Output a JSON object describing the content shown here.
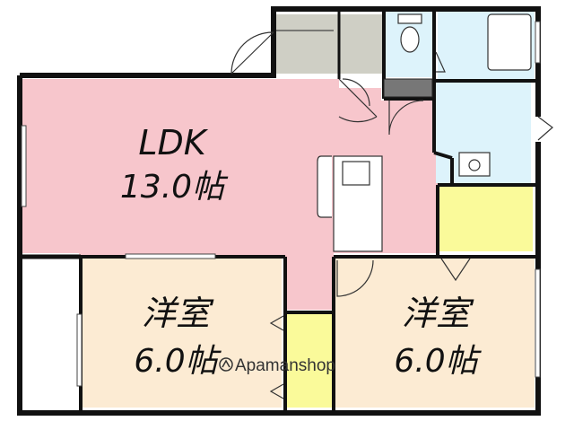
{
  "rooms": {
    "ldk": {
      "name": "LDK",
      "size": "13.0帖",
      "color": "#f7c6cc"
    },
    "western_left": {
      "name": "洋室",
      "size": "6.0帖",
      "color": "#fcebd3"
    },
    "western_right": {
      "name": "洋室",
      "size": "6.0帖",
      "color": "#fcebd3"
    },
    "wet_area_color": "#ddf3fb",
    "storage_color": "#fafa9a",
    "entrance_color": "#cfcfc5"
  },
  "watermark": {
    "text": "Apamanshop",
    "logo_icon": "apamanshop-logo-icon"
  }
}
